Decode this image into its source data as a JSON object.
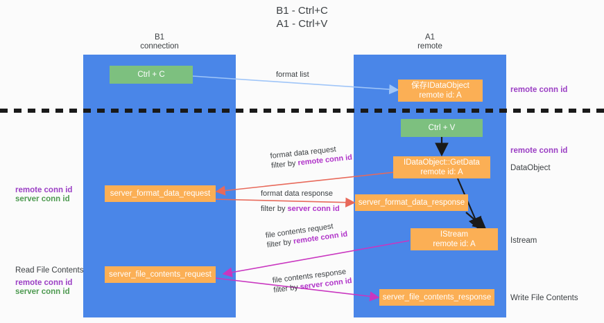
{
  "title": {
    "line1": "B1 - Ctrl+C",
    "line2": "A1 - Ctrl+V"
  },
  "columns": [
    {
      "name": "B1",
      "role": "connection"
    },
    {
      "name": "A1",
      "role": "remote"
    }
  ],
  "colors": {
    "lane": "#4a86e8",
    "node_green": "#7dc07f",
    "node_orange": "#fbaf55",
    "purple": "#9b3fc4",
    "green": "#4e9a51",
    "arrow_blue": "#9fc5f8",
    "arrow_red": "#e8695a",
    "arrow_magenta": "#c936c0",
    "arrow_black": "#1a1a1a",
    "divider": "#1a1a1a",
    "background": "#fbfbfb"
  },
  "nodes": {
    "ctrl_c": {
      "line1": "Ctrl + C",
      "line2": ""
    },
    "save_idataobject": {
      "line1": "保存IDataObject",
      "line2": "remote id: A"
    },
    "ctrl_v": {
      "line1": "Ctrl + V",
      "line2": ""
    },
    "getdata": {
      "line1": "IDataObject::GetData",
      "line2": "remote id: A"
    },
    "server_format_data_request": {
      "line1": "server_format_data_request",
      "line2": ""
    },
    "server_format_data_response": {
      "line1": "server_format_data_response",
      "line2": ""
    },
    "istream": {
      "line1": "IStream",
      "line2": "remote id: A"
    },
    "server_file_contents_request": {
      "line1": "server_file_contents_request",
      "line2": ""
    },
    "server_file_contents_response": {
      "line1": "server_file_contents_response",
      "line2": ""
    }
  },
  "edges": {
    "format_list": {
      "line1": "format list",
      "line2": "",
      "line2_hl": ""
    },
    "format_data_request": {
      "line1": "format data request",
      "line2_prefix": "filter by ",
      "line2_hl": "remote conn id"
    },
    "format_data_response": {
      "line1": "format data response",
      "line2_prefix": "filter by ",
      "line2_hl": "server conn id"
    },
    "file_contents_request": {
      "line1": "file contents request",
      "line2_prefix": "filter by ",
      "line2_hl": "remote conn id"
    },
    "file_contents_response": {
      "line1": "file contents response",
      "line2_prefix": "filter by ",
      "line2_hl": "server conn id"
    }
  },
  "annotations": {
    "right_remote_conn_id_top": "remote conn id",
    "right_remote_conn_id_mid": "remote conn id",
    "right_dataobject": "DataObject",
    "right_istream": "Istream",
    "right_write_file_contents": "Write File Contents",
    "left_remote_conn_id_mid": "remote conn id",
    "left_server_conn_id_mid": "server conn id",
    "left_read_file_contents": "Read File Contents",
    "left_remote_conn_id_bottom": "remote conn id",
    "left_server_conn_id_bottom": "server conn id"
  }
}
